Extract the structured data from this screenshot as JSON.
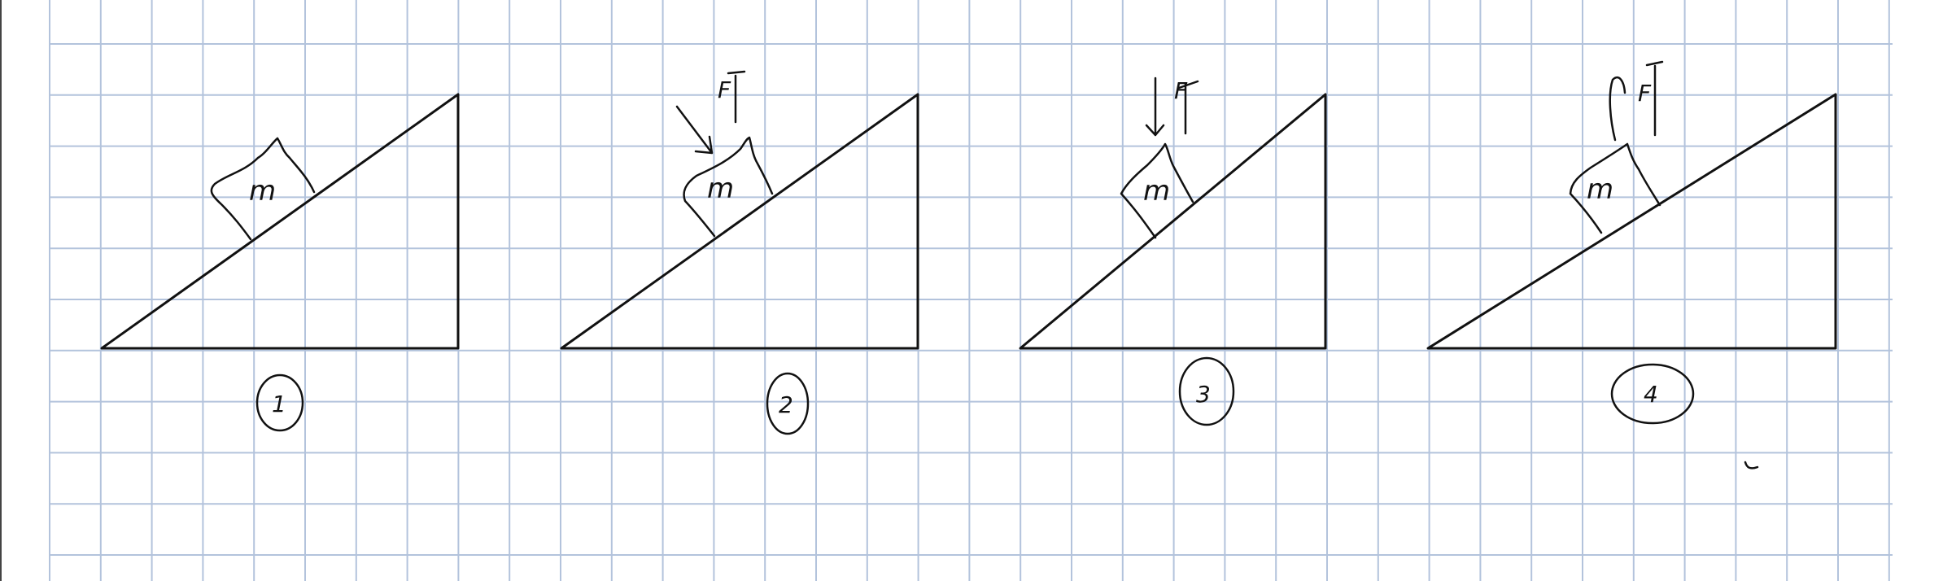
{
  "page": {
    "background_color": "#ffffff",
    "grid_color": "#b3c3dc",
    "ink_color": "#111111"
  },
  "figures": [
    {
      "id": "1",
      "mass_label": "m",
      "force_label": "",
      "index_label": "1"
    },
    {
      "id": "2",
      "mass_label": "m",
      "force_label": "F",
      "index_label": "2"
    },
    {
      "id": "3",
      "mass_label": "m",
      "force_label": "F",
      "index_label": "3"
    },
    {
      "id": "4",
      "mass_label": "m",
      "force_label": "F",
      "index_label": "4"
    }
  ]
}
